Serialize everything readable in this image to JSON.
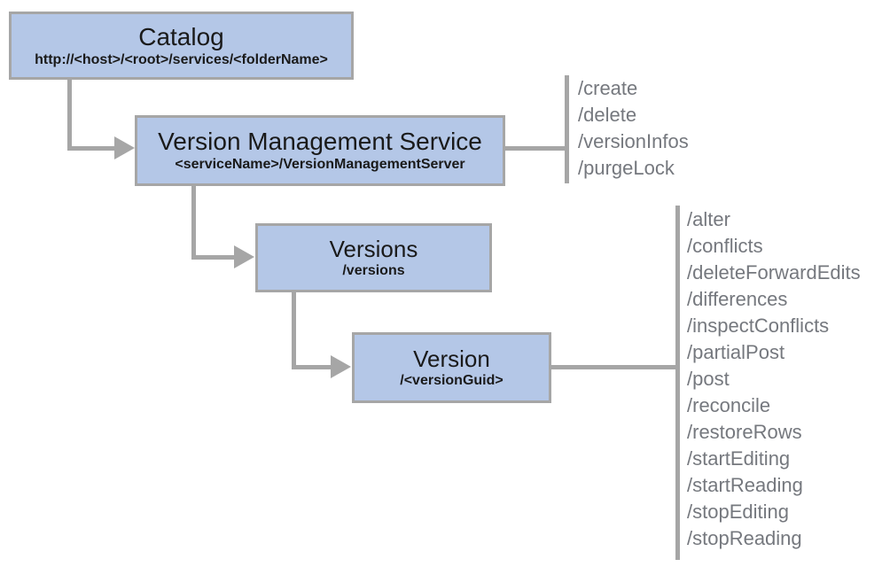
{
  "diagram": {
    "nodes": {
      "catalog": {
        "title": "Catalog",
        "subtitle": "http://<host>/<root>/services/<folderName>"
      },
      "version_management_service": {
        "title": "Version Management Service",
        "subtitle": "<serviceName>/VersionManagementServer"
      },
      "versions": {
        "title": "Versions",
        "subtitle": "/versions"
      },
      "version": {
        "title": "Version",
        "subtitle": "/<versionGuid>"
      }
    },
    "service_operations": [
      "/create",
      "/delete",
      "/versionInfos",
      "/purgeLock"
    ],
    "version_operations": [
      "/alter",
      "/conflicts",
      "/deleteForwardEdits",
      "/differences",
      "/inspectConflicts",
      "/partialPost",
      "/post",
      "/reconcile",
      "/restoreRows",
      "/startEditing",
      "/startReading",
      "/stopEditing",
      "/stopReading"
    ],
    "colors": {
      "node_fill": "#b4c7e7",
      "node_border": "#a6a6a6",
      "connector": "#a6a6a6",
      "operation_text": "#75787e",
      "node_text": "#1a1a1a"
    }
  }
}
